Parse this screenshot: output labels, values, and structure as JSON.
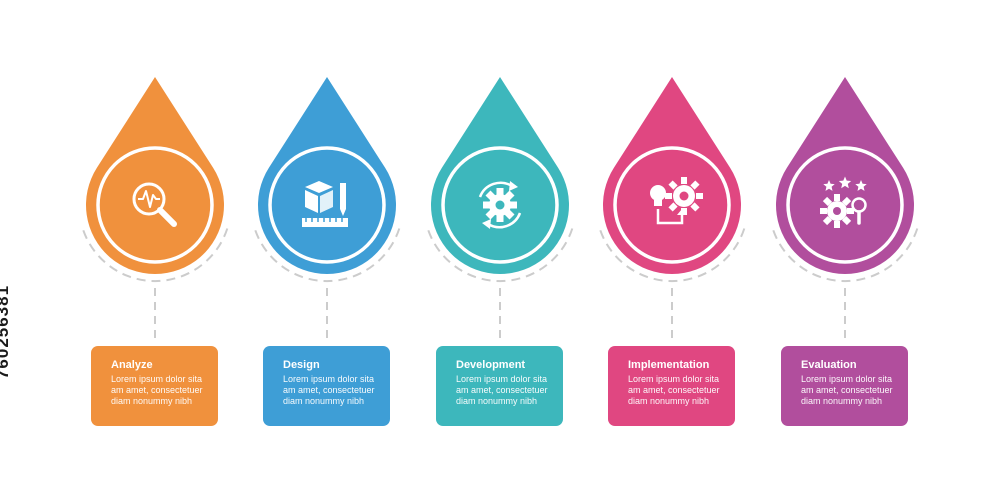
{
  "side_label": "760256381",
  "steps": [
    {
      "title": "Analyze",
      "text": "Lorem ipsum dolor sita am amet, consectetuer diam nonummy  nibh",
      "color": "#F0913D",
      "icon": "magnifier-pulse-icon"
    },
    {
      "title": "Design",
      "text": "Lorem ipsum dolor sita am amet, consectetuer diam nonummy  nibh",
      "color": "#3E9ED6",
      "icon": "cube-pencil-ruler-icon"
    },
    {
      "title": "Development",
      "text": "Lorem ipsum dolor sita am amet, consectetuer diam nonummy  nibh",
      "color": "#3DB7BC",
      "icon": "gear-cycle-icon"
    },
    {
      "title": "Implementation",
      "text": "Lorem ipsum dolor sita am amet, consectetuer diam nonummy  nibh",
      "color": "#E04781",
      "icon": "bulb-gear-icon"
    },
    {
      "title": "Evaluation",
      "text": "Lorem ipsum dolor sita am amet, consectetuer diam nonummy  nibh",
      "color": "#B14E9D",
      "icon": "stars-gear-search-icon"
    }
  ]
}
